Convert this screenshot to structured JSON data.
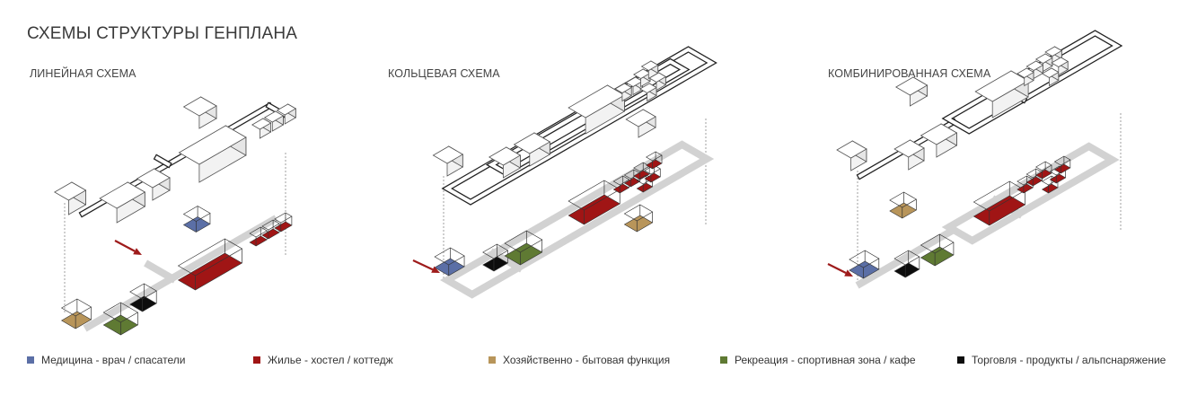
{
  "title": "СХЕМЫ СТРУКТУРЫ ГЕНПЛАНА",
  "schemes": [
    {
      "label": "ЛИНЕЙНАЯ СХЕМА"
    },
    {
      "label": "КОЛЬЦЕВАЯ СХЕМА"
    },
    {
      "label": "КОМБИНИРОВАННАЯ СХЕМА"
    }
  ],
  "legend": [
    {
      "label": "Медицина - врач  / спасатели",
      "color": "#5b6fa6"
    },
    {
      "label": "Жилье - хостел / коттедж",
      "color": "#a01515"
    },
    {
      "label": "Хозяйственно - бытовая функция",
      "color": "#b8955a"
    },
    {
      "label": "Рекреация - спортивная зона / кафе",
      "color": "#5f7a33"
    },
    {
      "label": "Торговля - продукты / альпснаряжение",
      "color": "#0d0d0d"
    }
  ],
  "colors": {
    "medicine": "#5b6fa6",
    "housing": "#a01515",
    "household": "#b8955a",
    "recreation": "#5f7a33",
    "trade": "#0d0d0d",
    "road": "#d2d2d2",
    "arrow": "#9e1b1b",
    "outline": "#555555"
  }
}
